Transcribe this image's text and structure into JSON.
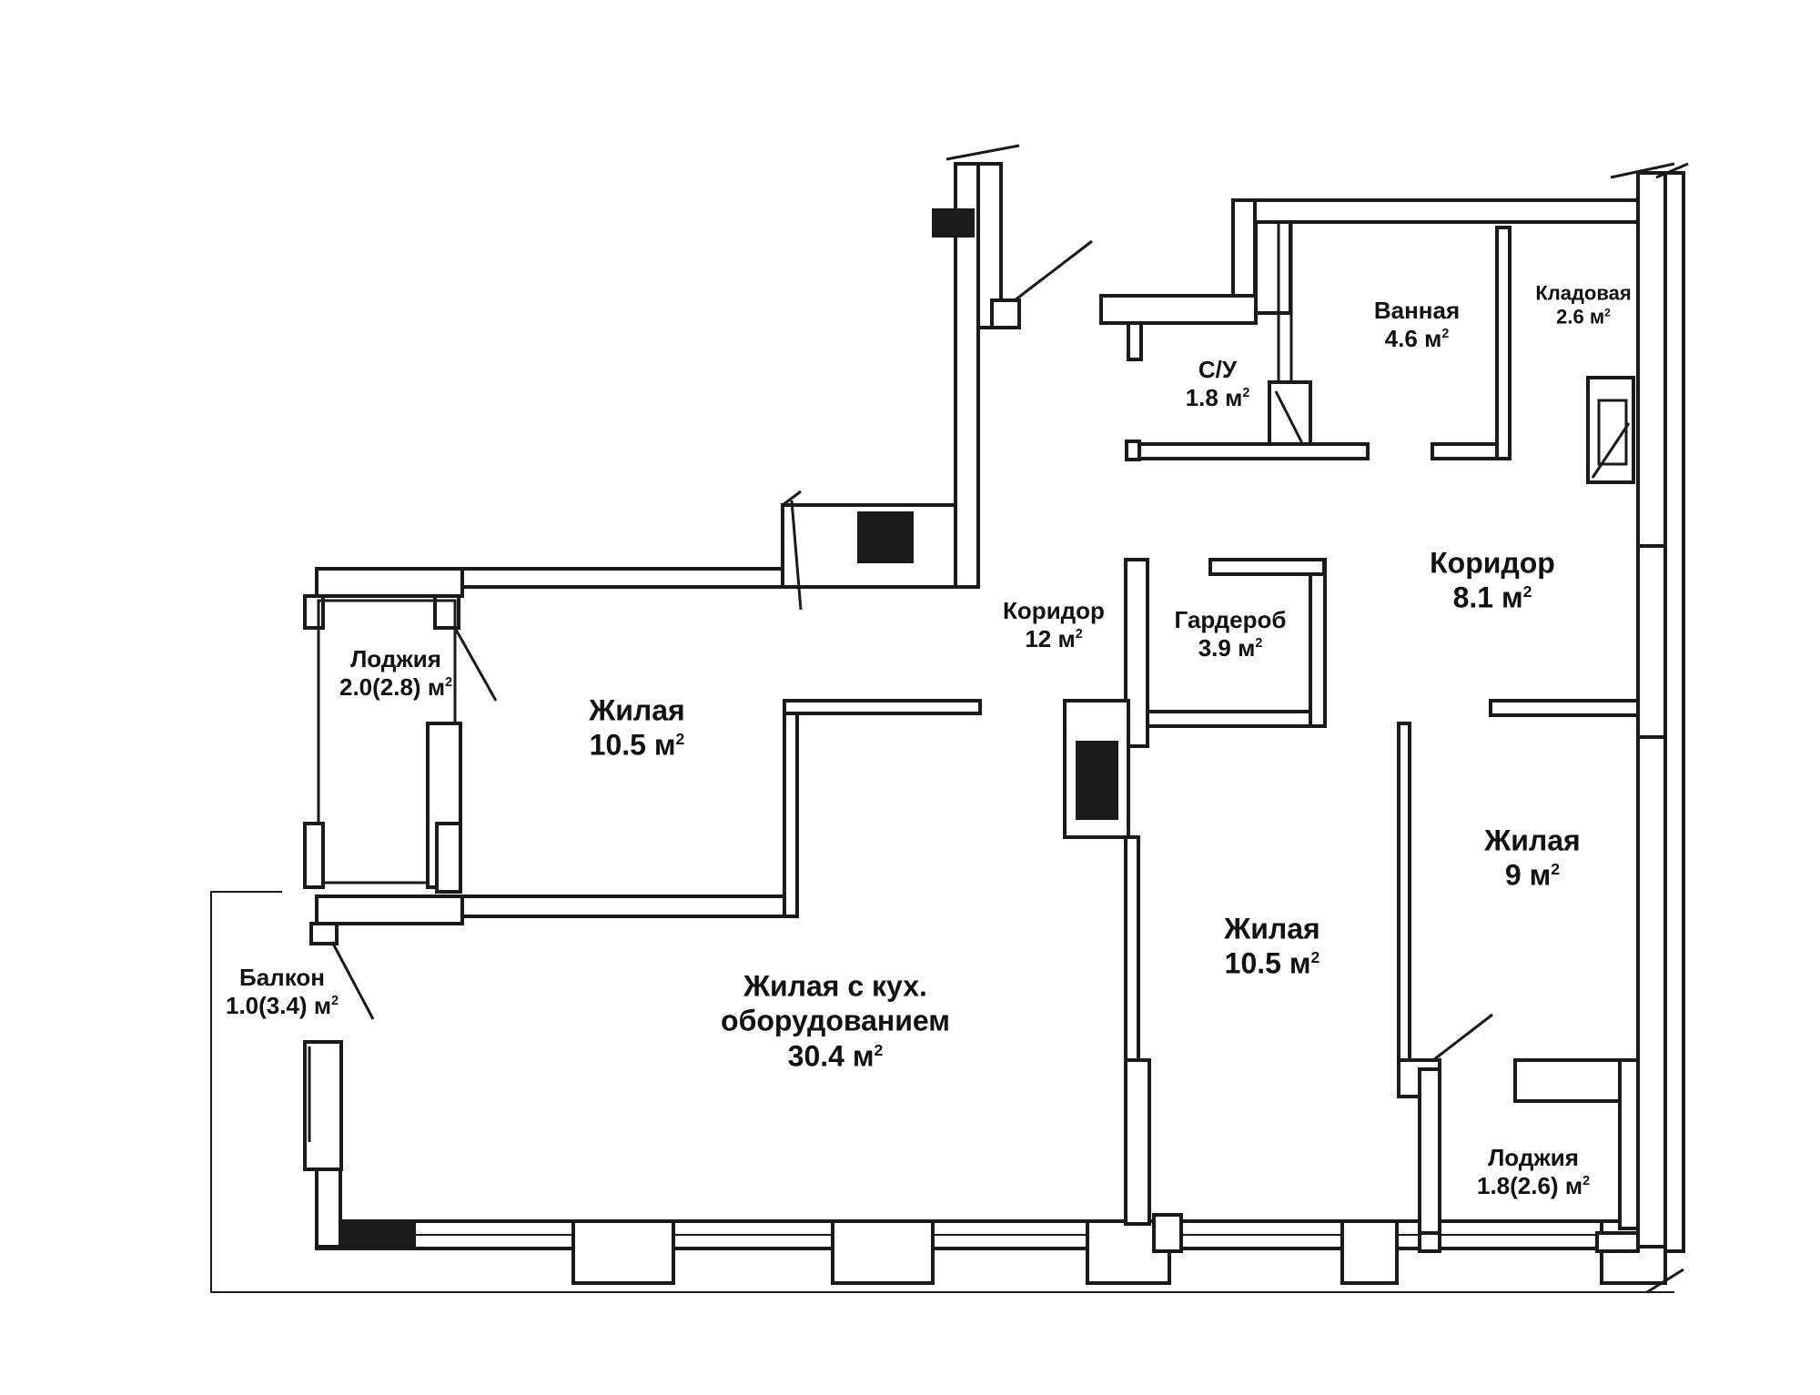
{
  "unit": "м",
  "unit_power": "2",
  "rooms": [
    {
      "id": "living-kitchen",
      "name": "Жилая с кух. оборудованием",
      "name_line1": "Жилая с кух.",
      "name_line2": "оборудованием",
      "area": "30.4"
    },
    {
      "id": "living-1",
      "name": "Жилая",
      "area": "10.5"
    },
    {
      "id": "loggia-1",
      "name": "Лоджия",
      "area": "2.0(2.8)"
    },
    {
      "id": "balcony",
      "name": "Балкон",
      "area": "1.0(3.4)"
    },
    {
      "id": "corridor-1",
      "name": "Коридор",
      "area": "12"
    },
    {
      "id": "wardrobe",
      "name": "Гардероб",
      "area": "3.9"
    },
    {
      "id": "wc",
      "name": "С/У",
      "area": "1.8"
    },
    {
      "id": "bathroom",
      "name": "Ванная",
      "area": "4.6"
    },
    {
      "id": "storage",
      "name": "Кладовая",
      "area": "2.6"
    },
    {
      "id": "corridor-2",
      "name": "Коридор",
      "area": "8.1"
    },
    {
      "id": "living-2",
      "name": "Жилая",
      "area": "10.5"
    },
    {
      "id": "living-3",
      "name": "Жилая",
      "area": "9"
    },
    {
      "id": "loggia-2",
      "name": "Лоджия",
      "area": "1.8(2.6)"
    }
  ]
}
